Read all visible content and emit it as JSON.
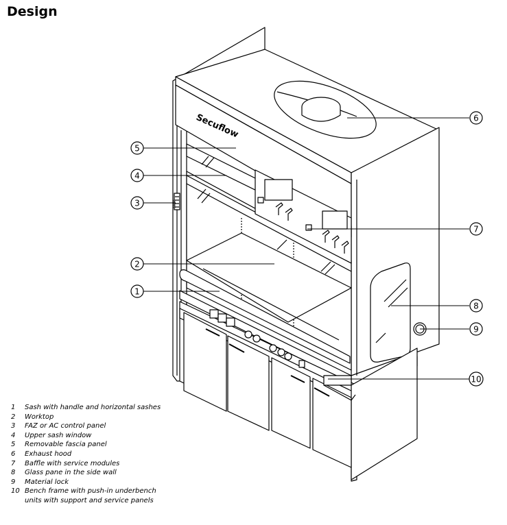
{
  "page": {
    "title": "Design"
  },
  "brand": {
    "label": "Secuflow"
  },
  "panel_3_marks": "00000",
  "callouts": [
    {
      "num": "1",
      "text": "Sash with handle and horizontal sashes"
    },
    {
      "num": "2",
      "text": "Worktop"
    },
    {
      "num": "3",
      "text": "FAZ or AC control panel"
    },
    {
      "num": "4",
      "text": "Upper sash window"
    },
    {
      "num": "5",
      "text": "Removable fascia panel"
    },
    {
      "num": "6",
      "text": "Exhaust hood"
    },
    {
      "num": "7",
      "text": "Baffle with service modules"
    },
    {
      "num": "8",
      "text": "Glass pane in the side wall"
    },
    {
      "num": "9",
      "text": "Material lock"
    },
    {
      "num": "10",
      "text": "Bench frame with push-in underbench\nunits with support and service panels"
    }
  ]
}
